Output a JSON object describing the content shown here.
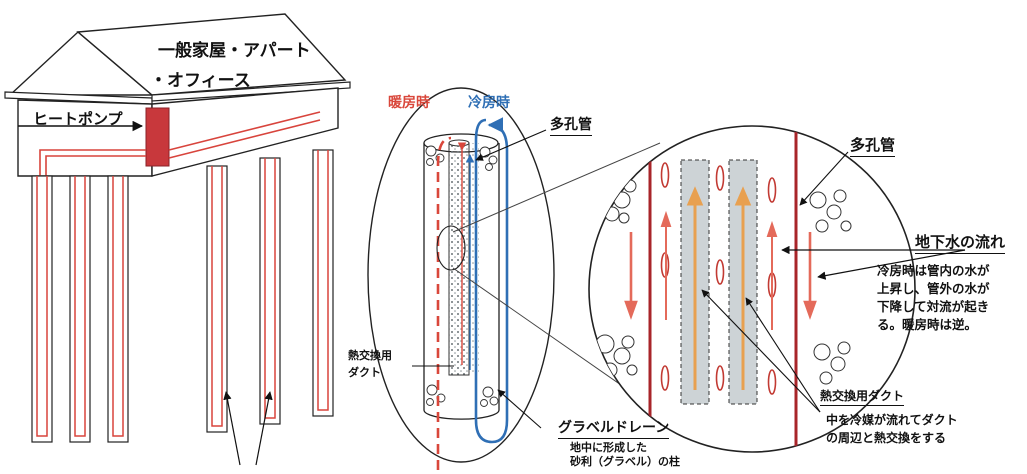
{
  "house": {
    "title_line1": "一般家屋・アパート",
    "title_line2": "・オフィース",
    "pump_label": "ヒートポンプ"
  },
  "legend": {
    "heating": "暖房時",
    "cooling": "冷房時",
    "heating_color": "#d9473b",
    "cooling_color": "#2f6fb5"
  },
  "labels": {
    "porous_pipe_left": "多孔管",
    "porous_pipe_right": "多孔管",
    "heat_duct_line1": "熱交換用",
    "heat_duct_line2": "ダクト",
    "gravel_drain": "グラベルドレーン",
    "gravel_desc_line1": "地中に形成した",
    "gravel_desc_line2": "砂利（グラベル）の柱",
    "groundwater_flow": "地下水の流れ",
    "flow_desc": [
      "冷房時は管内の水が",
      "上昇し、管外の水が",
      "下降して対流が起き",
      "る。暖房時は逆。"
    ],
    "heat_duct_right": "熱交換用ダクト",
    "duct_desc": [
      "中を冷媒が流れてダクト",
      "の周辺と熱交換をする"
    ]
  },
  "colors": {
    "pipe_red": "#d8443c",
    "pipe_dark_red": "#a8252a",
    "pump_fill": "#c8383c",
    "duct_gray": "#cdd3d6",
    "arrow_orange": "#e8a050",
    "arrow_salmon": "#e46a5a"
  }
}
